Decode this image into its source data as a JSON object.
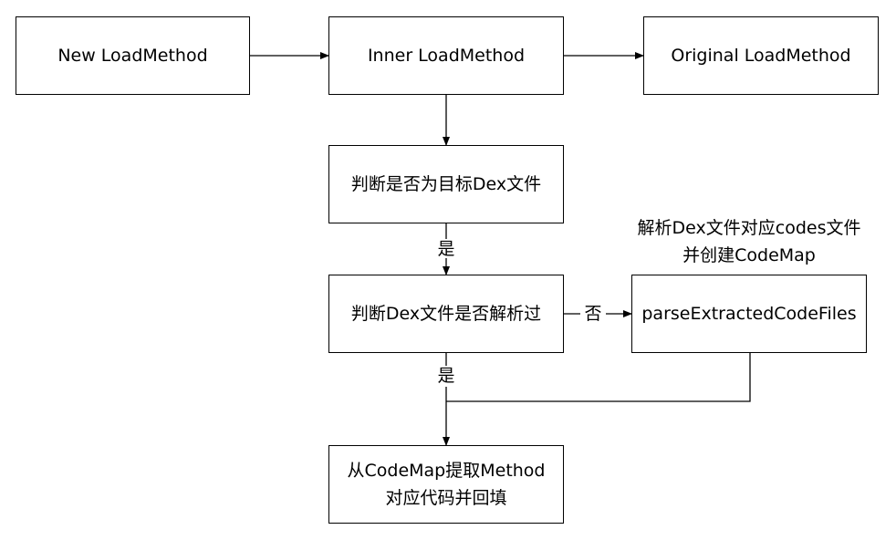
{
  "nodes": {
    "new_load_method": "New LoadMethod",
    "inner_load_method": "Inner LoadMethod",
    "original_load_method": "Original LoadMethod",
    "check_target_dex": "判断是否为目标Dex文件",
    "check_dex_parsed": "判断Dex文件是否解析过",
    "parse_extracted": "parseExtractedCodeFiles",
    "extract_method": {
      "line1": "从CodeMap提取Method",
      "line2": "对应代码并回填"
    }
  },
  "labels": {
    "parse_note": {
      "line1": "解析Dex文件对应codes文件",
      "line2": "并创建CodeMap"
    },
    "yes_1": "是",
    "yes_2": "是",
    "no": "否"
  },
  "colors": {
    "stroke": "#000000",
    "fill": "#ffffff"
  }
}
